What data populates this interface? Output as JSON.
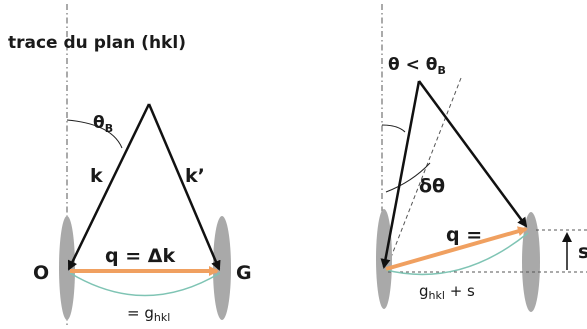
{
  "left_panel": {
    "title": "trace du plan (hkl)",
    "theta_label": "θ",
    "theta_sub": "B",
    "k_label": "k",
    "k_prime_label": "k’",
    "q_label": "q = Δk",
    "origin_label": "O",
    "g_point_label": "G",
    "ghkl_prefix": "= g",
    "ghkl_sub": "hkl"
  },
  "right_panel": {
    "condition_prefix": "θ < θ",
    "condition_sub": "B",
    "delta_theta_label": "δθ",
    "q_label": "q =",
    "ghkl_main": "g",
    "ghkl_sub": "hkl",
    "ghkl_suffix": " + s",
    "s_label": "s"
  },
  "colors": {
    "vector": "#111111",
    "q_vector": "#f0a060",
    "ellipse": "#a9a9a9",
    "arc": "#7fc4b4",
    "dashed": "#555555"
  }
}
